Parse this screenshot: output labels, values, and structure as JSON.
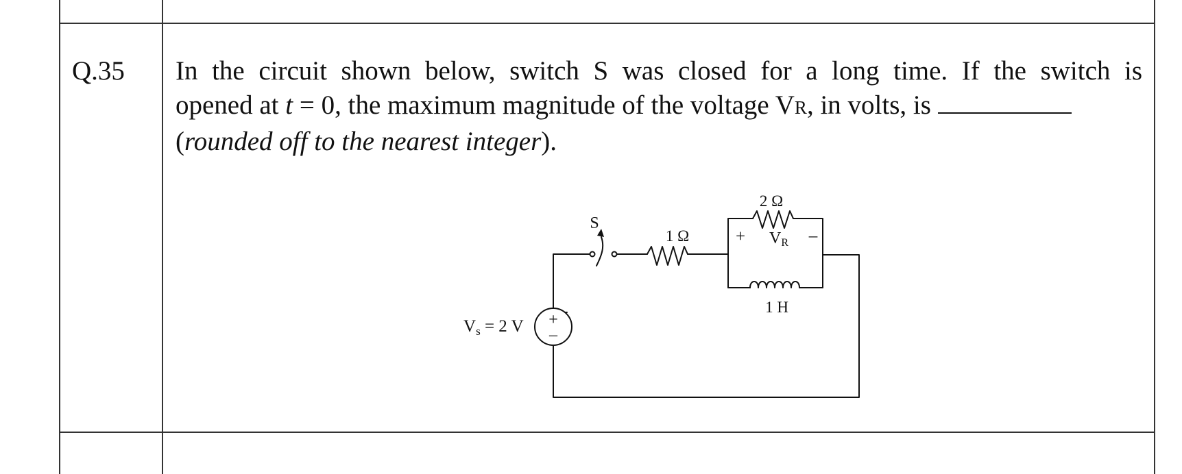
{
  "question": {
    "number": "Q.35",
    "line1": "In the circuit shown below, switch S was closed for a long time. If the switch is",
    "line2_a": "opened at ",
    "line2_t": "t",
    "line2_eq": " = 0, the maximum magnitude of the voltage V",
    "line2_sub": "R",
    "line2_b": ", in volts, is",
    "line3_open": "(",
    "line3_italic": "rounded off to the nearest integer",
    "line3_close": ")."
  },
  "circuit": {
    "switch_label": "S",
    "r1_label": "1 Ω",
    "r2_label": "2 Ω",
    "vr_plus": "+",
    "vr_main": "V",
    "vr_sub": "R",
    "vr_minus": "–",
    "inductor_label": "1 H",
    "source_v": "V",
    "source_sub": "s",
    "source_rest": " = 2 V",
    "source_plus": "+",
    "source_minus": "–"
  }
}
